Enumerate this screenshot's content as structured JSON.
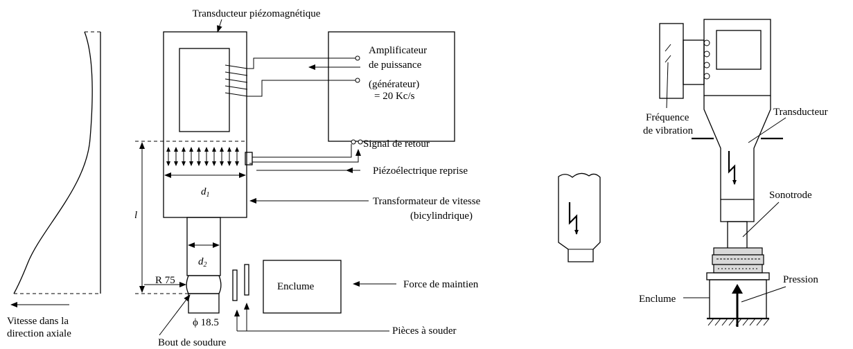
{
  "left_diagram": {
    "transducer_title": "Transducteur piézomagnétique",
    "amplifier_line1": "Amplificateur",
    "amplifier_line2": "de puissance",
    "amplifier_line3": "(générateur)",
    "amplifier_line4": "= 20 Kc/s",
    "feedback_signal": "Signal de retour",
    "piezo_pickup": "Piézoélectrique reprise",
    "velocity_transformer_line1": "Transformateur de vitesse",
    "velocity_transformer_line2": "(bicylindrique)",
    "d1_symbol": "d",
    "d1_sub": "1",
    "d2_symbol": "d",
    "d2_sub": "2",
    "length_symbol": "l",
    "radius_label": "R 75",
    "diameter_label": "ϕ 18.5",
    "anvil": "Enclume",
    "holding_force": "Force de maintien",
    "parts_to_weld": "Pièces à souder",
    "weld_tip": "Bout de soudure",
    "axial_velocity_line1": "Vitesse dans la",
    "axial_velocity_line2": "direction axiale"
  },
  "right_diagram": {
    "transducer": "Transducteur",
    "vibration_freq_line1": "Fréquence",
    "vibration_freq_line2": "de vibration",
    "sonotrode": "Sonotrode",
    "anvil": "Enclume",
    "pressure": "Pression"
  }
}
